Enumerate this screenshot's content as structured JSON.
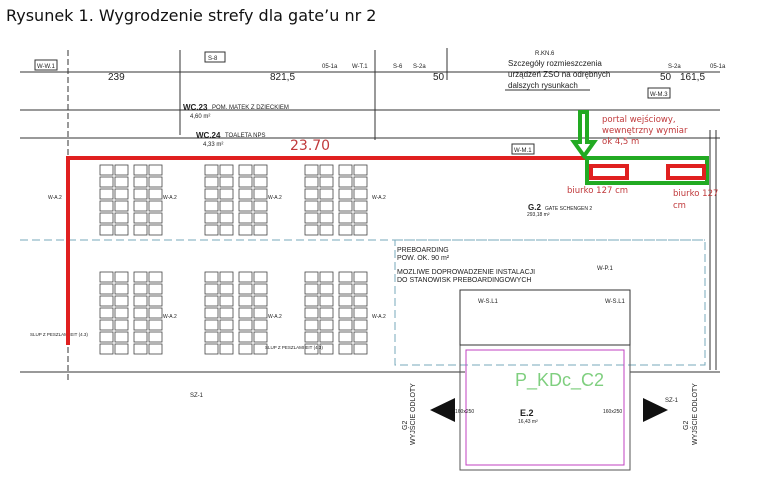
{
  "caption": "Rysunek 1. Wygrodzenie strefy dla gate’u nr 2",
  "plan": {
    "dimension_red": "23.70",
    "dims": [
      "239",
      "821,5",
      "50",
      "50",
      "161,5"
    ],
    "tags": [
      "W-W.1",
      "S-8",
      "05-1a",
      "W-T.1",
      "S-6",
      "S-2a",
      "R.KN.6",
      "S-2a",
      "05-1a",
      "W-M.3",
      "W-M.1",
      "W-P.1",
      "W-S.L1",
      "W-S.L1",
      "SZ-1",
      "SZ-1"
    ],
    "wc23": {
      "code": "WC.23",
      "area": "4,60 m²",
      "name": "POM. MATEK Z DZIECKIEM"
    },
    "wc24": {
      "code": "WC.24",
      "area": "4,33 m²",
      "name": "TOALETA NPS"
    },
    "note": [
      "Szczegóły rozmieszczenia",
      "urządzeń ZSO na odrębnych",
      "dalszych rysunkach"
    ],
    "portal_label": [
      "portal wejściowy,",
      "wewnętrzny wymiar",
      "ok 4,5 m"
    ],
    "desk1_label": "biurko 127 cm",
    "desk2_label": [
      "biurko 127",
      "cm"
    ],
    "gate": {
      "code": "G.2",
      "name": "GATE SCHENGEN 2",
      "area": "293,18 m²"
    },
    "preboarding": [
      "PREBOARDING",
      "POW. OK. 90 m²"
    ],
    "installation_note": [
      "MOZLIWE DOPROWADZENIE INSTALACJI",
      "DO STANOWISK PREBOARDINGOWYCH"
    ],
    "wa_tags": [
      "W-A.2",
      "W-A.2",
      "W-A.2",
      "W-A.2",
      "W-A.2",
      "W-A.2",
      "W-A.2"
    ],
    "pillar_note": "SLUP Z PESZLAMI EIT (4.3)",
    "pkdc": "P_KDc_C2",
    "e2": {
      "code": "E.2",
      "area": "16,43 m²"
    },
    "exit_label": [
      "G2",
      "WYJŚCIE ODLOTY"
    ],
    "door": "160x250"
  },
  "colors": {
    "red": "#e02020",
    "green": "#22aa22",
    "magenta": "#c040c0"
  }
}
